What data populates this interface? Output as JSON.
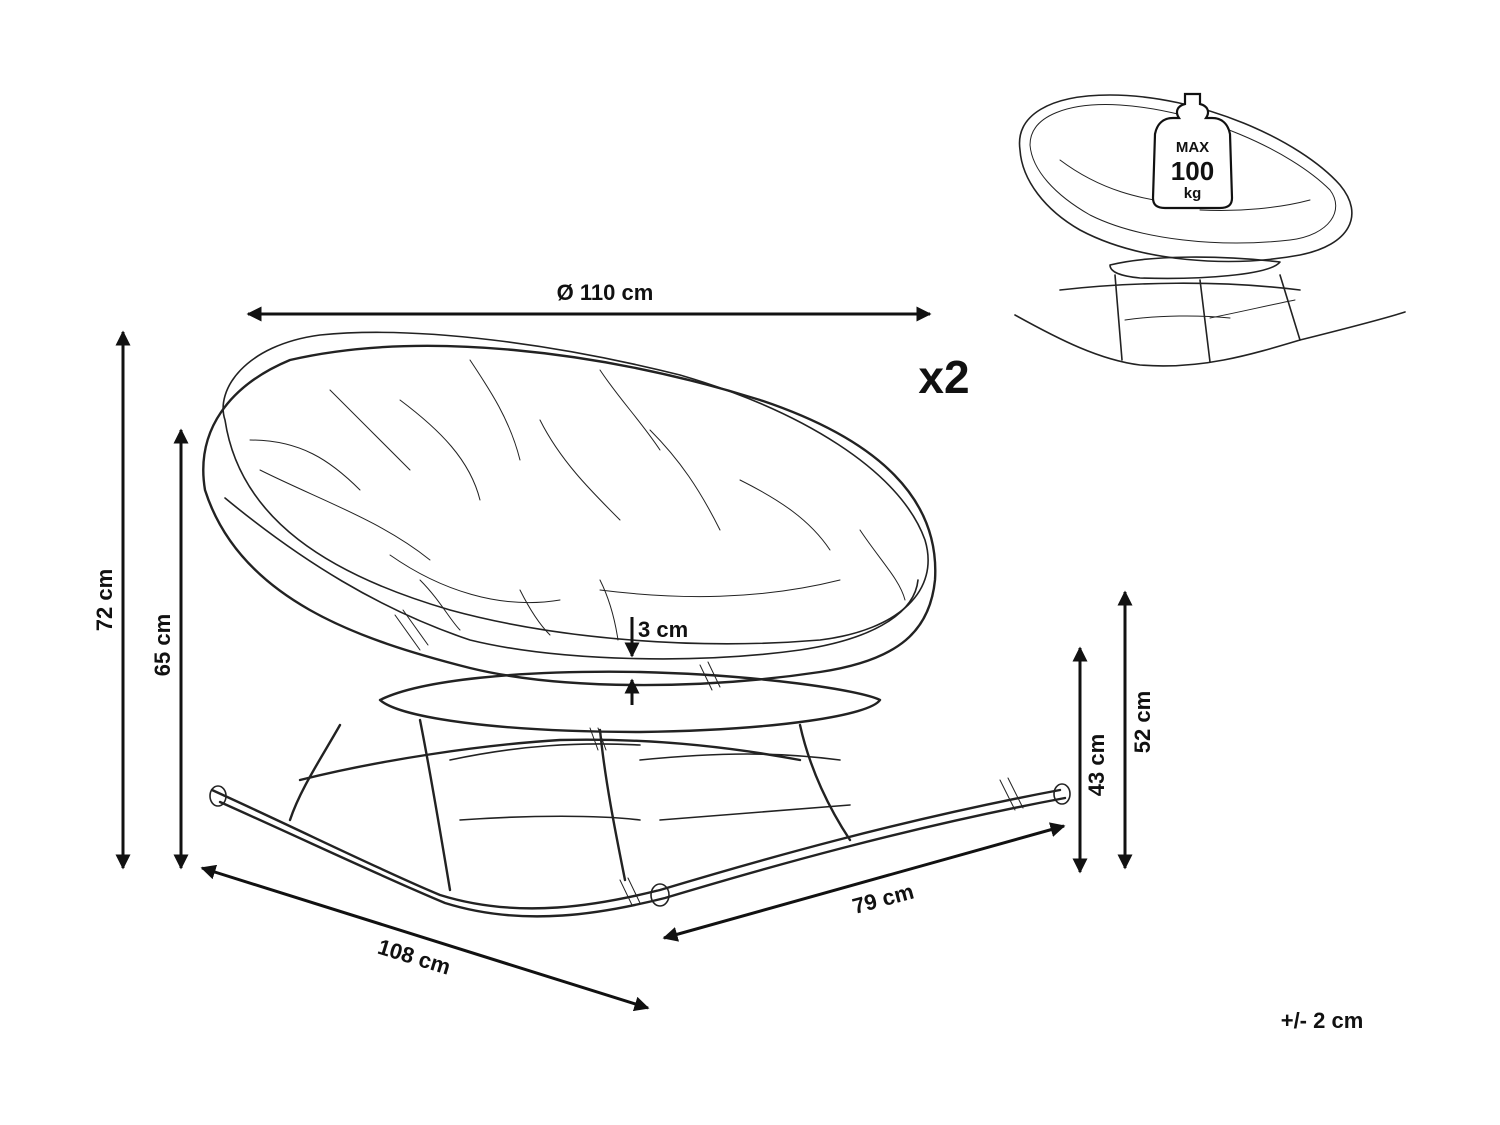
{
  "dimensions": {
    "diameter": "Ø 110 cm",
    "total_height": "72 cm",
    "seat_back_height": "65 cm",
    "cushion_thickness": "3 cm",
    "depth": "108 cm",
    "width": "79 cm",
    "seat_height": "43 cm",
    "armrest_height": "52 cm"
  },
  "quantity": "x2",
  "tolerance": "+/- 2 cm",
  "max_load": {
    "line1": "MAX",
    "line2": "100",
    "line3": "kg"
  },
  "colors": {
    "ink": "#111111",
    "line": "#222222",
    "background": "#ffffff"
  }
}
